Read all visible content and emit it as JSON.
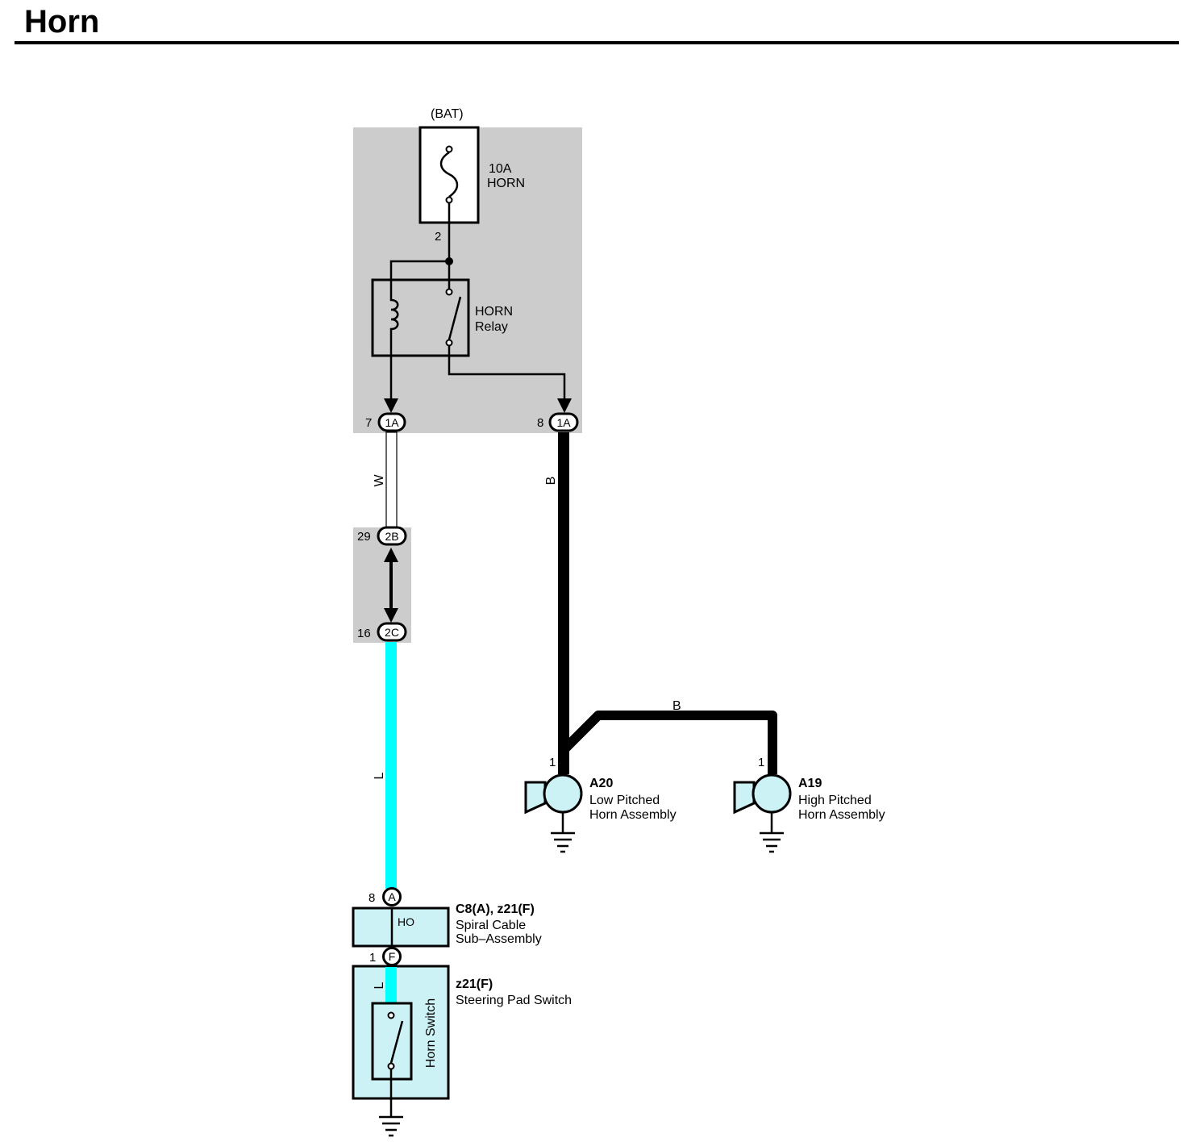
{
  "title": "Horn",
  "power_source": "(BAT)",
  "fuse": {
    "rating": "10A",
    "name": "HORN",
    "pin": "2"
  },
  "relay": {
    "line1": "HORN",
    "line2": "Relay"
  },
  "junction_1a": {
    "left_pin": "7",
    "left_code": "1A",
    "right_pin": "8",
    "right_code": "1A"
  },
  "junction_2": {
    "top_pin": "29",
    "top_code": "2B",
    "bottom_pin": "16",
    "bottom_code": "2C"
  },
  "wires": {
    "w_label": "W",
    "b_label_vertical": "B",
    "b_label_horizontal": "B",
    "l_label": "L",
    "l_label_switch": "L"
  },
  "horn_low": {
    "pin": "1",
    "code": "A20",
    "line1": "Low Pitched",
    "line2": "Horn Assembly"
  },
  "horn_high": {
    "pin": "1",
    "code": "A19",
    "line1": "High Pitched",
    "line2": "Horn Assembly"
  },
  "spiral_cable": {
    "top_pin": "8",
    "top_code": "A",
    "bottom_pin": "1",
    "bottom_code": "F",
    "terminal": "HO",
    "code": "C8(A), z21(F)",
    "line1": "Spiral Cable",
    "line2": "Sub–Assembly"
  },
  "steering_pad": {
    "code": "z21(F)",
    "line1": "Steering Pad Switch",
    "switch_label": "Horn Switch"
  },
  "colors": {
    "module_fill": "#cccccc",
    "component_fill": "#ccf2f5",
    "wire_blue": "#00ffff",
    "wire_black": "#000000",
    "wire_white": "#ffffff"
  }
}
